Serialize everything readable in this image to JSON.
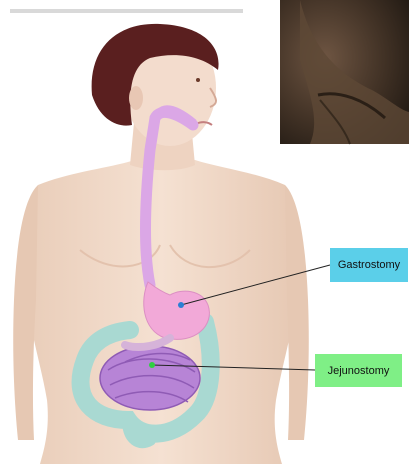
{
  "labels": {
    "gastrostomy": "Gastrostomy",
    "jejunostomy": "Jejunostomy"
  },
  "colors": {
    "gastrostomy_box": "#5bcfe9",
    "jejunostomy_box": "#7fef86",
    "gastrostomy_marker": "#2a7fd4",
    "jejunostomy_marker": "#2fd040",
    "skin": "#f2dccb",
    "hair": "#5a1f1f",
    "stomach": "#f2a9d8",
    "tube": "#dba7e6",
    "small_intestine": "#b784d6",
    "large_intestine": "#a9d9d2"
  },
  "icons": {
    "photo_inset": "abdomen-skin-photo",
    "gastrostomy_marker": "dot",
    "jejunostomy_marker": "dot"
  }
}
